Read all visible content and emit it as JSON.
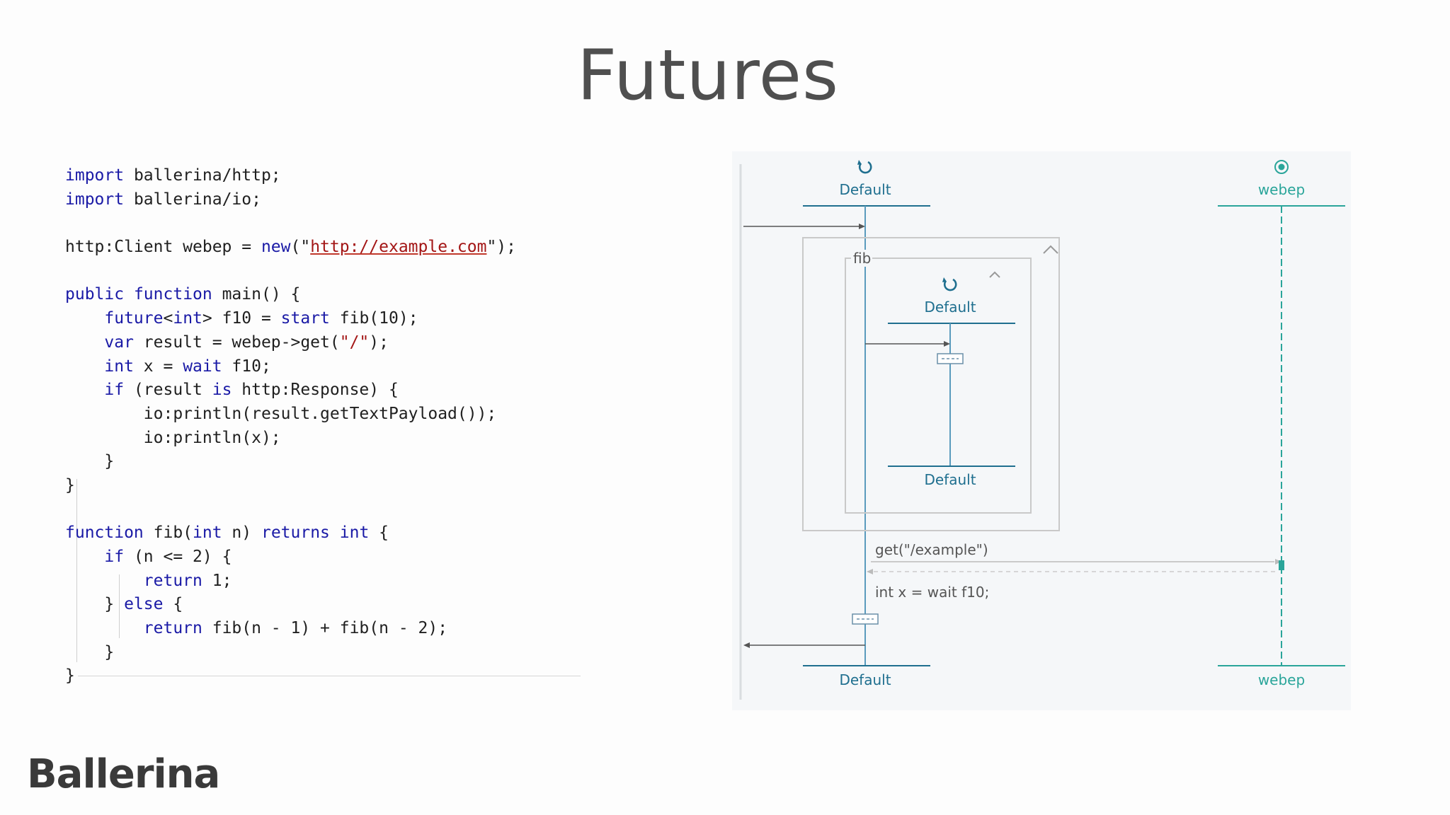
{
  "slide": {
    "title": "Futures"
  },
  "code_lines": [
    [
      {
        "t": "import",
        "c": "kw"
      },
      {
        "t": " ballerina/http;"
      }
    ],
    [
      {
        "t": "import",
        "c": "kw"
      },
      {
        "t": " ballerina/io;"
      }
    ],
    [],
    [
      {
        "t": "http:Client webep = "
      },
      {
        "t": "new",
        "c": "kw"
      },
      {
        "t": "(\""
      },
      {
        "t": "http://example.com",
        "c": "url"
      },
      {
        "t": "\");"
      }
    ],
    [],
    [
      {
        "t": "public",
        "c": "kw"
      },
      {
        "t": " "
      },
      {
        "t": "function",
        "c": "kw"
      },
      {
        "t": " main() {"
      }
    ],
    [
      {
        "t": "    "
      },
      {
        "t": "future",
        "c": "kw"
      },
      {
        "t": "<"
      },
      {
        "t": "int",
        "c": "kw"
      },
      {
        "t": "> f10 = "
      },
      {
        "t": "start",
        "c": "kw"
      },
      {
        "t": " fib(10);"
      }
    ],
    [
      {
        "t": "    "
      },
      {
        "t": "var",
        "c": "kw"
      },
      {
        "t": " result = webep->get("
      },
      {
        "t": "\"/\"",
        "c": "str"
      },
      {
        "t": ");"
      }
    ],
    [
      {
        "t": "    "
      },
      {
        "t": "int",
        "c": "kw"
      },
      {
        "t": " x = "
      },
      {
        "t": "wait",
        "c": "kw"
      },
      {
        "t": " f10;"
      }
    ],
    [
      {
        "t": "    "
      },
      {
        "t": "if",
        "c": "kw"
      },
      {
        "t": " (result "
      },
      {
        "t": "is",
        "c": "kw"
      },
      {
        "t": " http:Response) {"
      }
    ],
    [
      {
        "t": "        io:println(result.getTextPayload());"
      }
    ],
    [
      {
        "t": "        io:println(x);"
      }
    ],
    [
      {
        "t": "    }"
      }
    ],
    [
      {
        "t": "}"
      }
    ],
    [],
    [
      {
        "t": "function",
        "c": "kw"
      },
      {
        "t": " fib("
      },
      {
        "t": "int",
        "c": "kw"
      },
      {
        "t": " n) "
      },
      {
        "t": "returns",
        "c": "kw"
      },
      {
        "t": " "
      },
      {
        "t": "int",
        "c": "kw"
      },
      {
        "t": " {"
      }
    ],
    [
      {
        "t": "    "
      },
      {
        "t": "if",
        "c": "kw"
      },
      {
        "t": " (n <= 2) {"
      }
    ],
    [
      {
        "t": "        "
      },
      {
        "t": "return",
        "c": "kw"
      },
      {
        "t": " 1;"
      }
    ],
    [
      {
        "t": "    } "
      },
      {
        "t": "else",
        "c": "kw"
      },
      {
        "t": " {"
      }
    ],
    [
      {
        "t": "        "
      },
      {
        "t": "return",
        "c": "kw"
      },
      {
        "t": " fib(n - 1) + fib(n - 2);"
      }
    ],
    [
      {
        "t": "    }"
      }
    ],
    [
      {
        "t": "}"
      }
    ]
  ],
  "diagram": {
    "colors": {
      "default": "#1f6f8f",
      "line": "#5a9bbd",
      "webep": "#2aa59a",
      "frame": "#c9c9c9",
      "text": "#555555"
    },
    "lifelines": {
      "default_top": "Default",
      "webep_top": "webep",
      "inner_default_top": "Default",
      "inner_default_bottom": "Default",
      "default_bottom": "Default",
      "webep_bottom": "webep"
    },
    "fragment_label": "fib",
    "message_get": "get(\"/example\")",
    "message_wait": "int x = wait f10;",
    "icons": {
      "worker": "refresh-icon",
      "endpoint": "target-icon",
      "collapse": "chevron-up-icon"
    }
  },
  "logo": {
    "text": "Ballerina"
  }
}
